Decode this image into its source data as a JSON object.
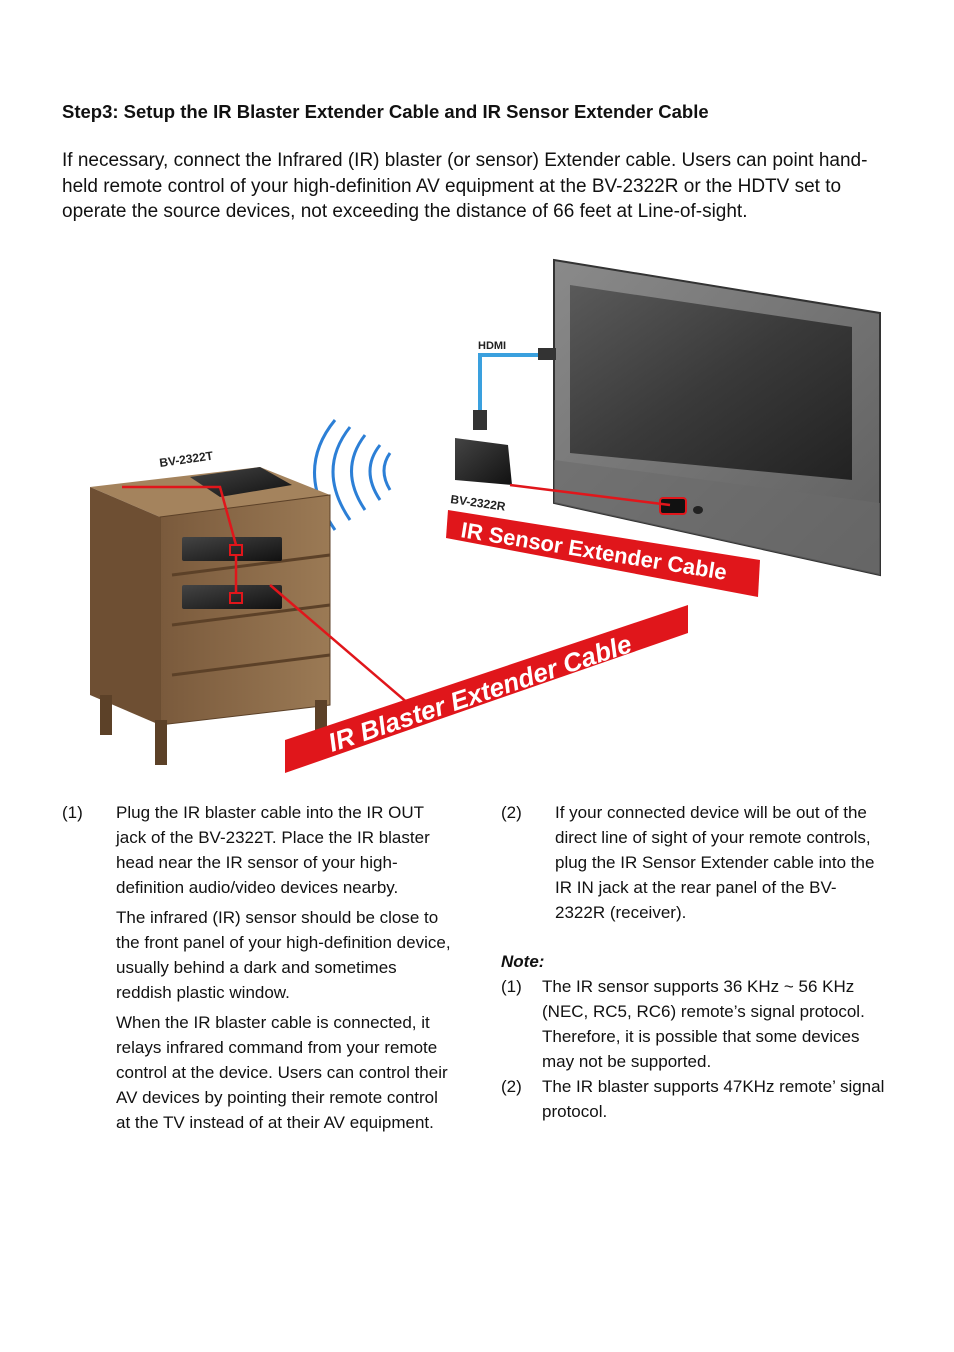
{
  "heading": "Step3: Setup the IR Blaster Extender Cable and IR Sensor Extender Cable",
  "intro": "If necessary, connect the Infrared (IR) blaster (or sensor) Extender cable. Users can point hand-held remote control of your high-definition AV equipment at the BV-2322R or the HDTV set to operate the source devices, not exceeding the distance of 66 feet at Line-of-sight.",
  "figure": {
    "hdmi_label": "HDMI",
    "transmitter_label": "BV-2322T",
    "receiver_label": "BV-2322R",
    "sensor_banner": "IR Sensor Extender Cable",
    "blaster_banner": "IR Blaster Extender Cable",
    "colors": {
      "banner_red": "#e0161b",
      "cable_red": "#e0161b",
      "hdmi_blue": "#3aa0de",
      "cabinet": "#8a6a48"
    }
  },
  "steps": [
    {
      "num": "(1)",
      "paragraphs": [
        "Plug the IR blaster cable into the IR OUT jack of the BV-2322T. Place the IR blaster head near the IR sensor of your high-definition audio/video devices nearby.",
        "The infrared (IR) sensor should be close to the front panel of your high-definition device, usually behind a dark and sometimes reddish plastic window.",
        "When the IR blaster cable is connected, it relays infrared command from your remote control at the device. Users can control their AV devices by pointing their remote control at the TV instead of at their AV equipment."
      ]
    },
    {
      "num": "(2)",
      "paragraphs": [
        "If your connected device will be out of the direct line of sight of your remote controls, plug the IR Sensor Extender cable into the IR IN jack at the rear panel of the BV-2322R (receiver)."
      ]
    }
  ],
  "note": {
    "title": "Note:",
    "items": [
      {
        "num": "(1)",
        "text": "The IR sensor supports 36 KHz ~ 56 KHz (NEC, RC5, RC6) remote’s signal protocol. Therefore, it is possible that some devices may not be supported."
      },
      {
        "num": "(2)",
        "text": "The IR blaster supports 47KHz remote’ signal protocol."
      }
    ]
  }
}
